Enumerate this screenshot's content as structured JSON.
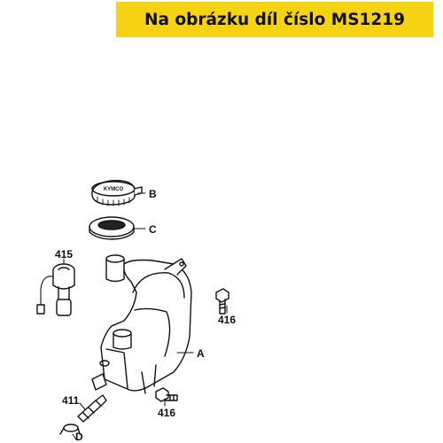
{
  "header": {
    "caption": "Na obrázku díl číslo MS1219",
    "background": "#f5d313"
  },
  "diagram": {
    "callouts": {
      "A": "A",
      "B": "B",
      "C": "C",
      "D": "D",
      "p415": "415",
      "p416_top": "416",
      "p416_bottom": "416",
      "p411": "411"
    },
    "cap_marking": "KYMCO"
  }
}
